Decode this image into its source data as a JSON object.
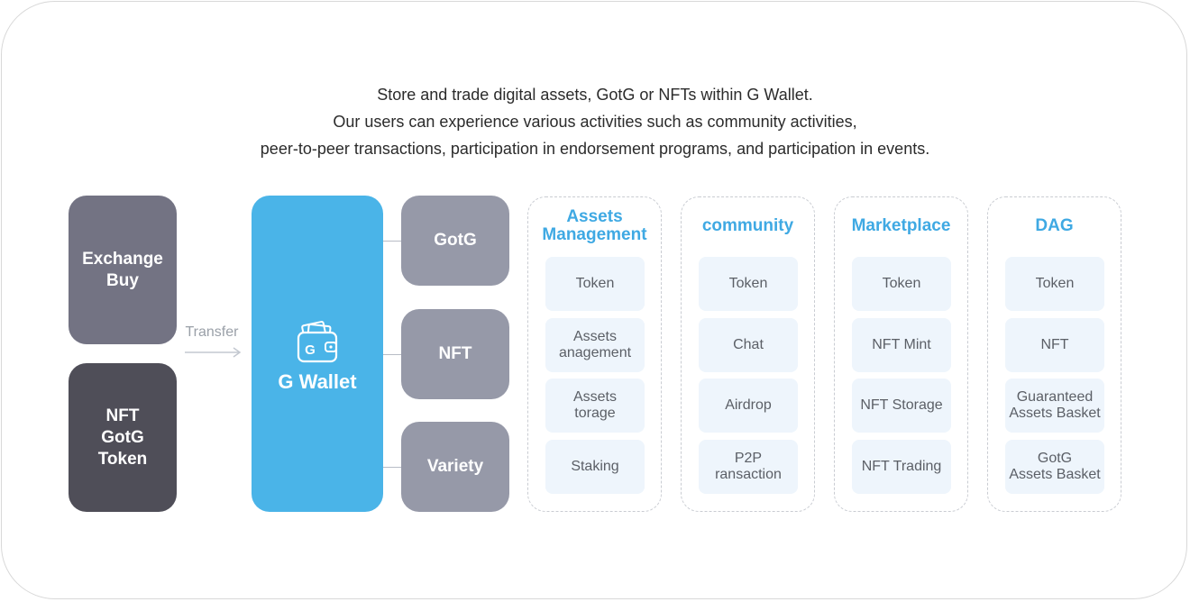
{
  "intro": {
    "line1": "Store and trade digital assets, GotG or NFTs within G Wallet.",
    "line2": "Our users can experience various activities such as community activities,",
    "line3": "peer-to-peer transactions, participation in endorsement programs, and participation in events."
  },
  "sources": [
    {
      "lines": [
        "Exchange",
        "Buy"
      ]
    },
    {
      "lines": [
        "NFT",
        "GotG",
        "Token"
      ]
    }
  ],
  "transfer": {
    "label": "Transfer"
  },
  "wallet": {
    "label": "G Wallet",
    "icon": "wallet-icon",
    "color": "#4ab4e8"
  },
  "assets": [
    {
      "label": "GotG"
    },
    {
      "label": "NFT"
    },
    {
      "label": "Variety"
    }
  ],
  "panels": [
    {
      "title": [
        "Assets",
        "Management"
      ],
      "items": [
        [
          "Token"
        ],
        [
          "Assets",
          "anagement"
        ],
        [
          "Assets",
          "torage"
        ],
        [
          "Staking"
        ]
      ]
    },
    {
      "title": [
        "community"
      ],
      "items": [
        [
          "Token"
        ],
        [
          "Chat"
        ],
        [
          "Airdrop"
        ],
        [
          "P2P",
          "ransaction"
        ]
      ]
    },
    {
      "title": [
        "Marketplace"
      ],
      "items": [
        [
          "Token"
        ],
        [
          "NFT Mint"
        ],
        [
          "NFT Storage"
        ],
        [
          "NFT Trading"
        ]
      ]
    },
    {
      "title": [
        "DAG"
      ],
      "items": [
        [
          "Token"
        ],
        [
          "NFT"
        ],
        [
          "Guaranteed",
          "Assets Basket"
        ],
        [
          "GotG",
          "Assets Basket"
        ]
      ]
    }
  ],
  "colors": {
    "accent": "#3fa9e3",
    "source_light": "#737383",
    "source_dark": "#4f4e58",
    "asset": "#9699a8"
  }
}
